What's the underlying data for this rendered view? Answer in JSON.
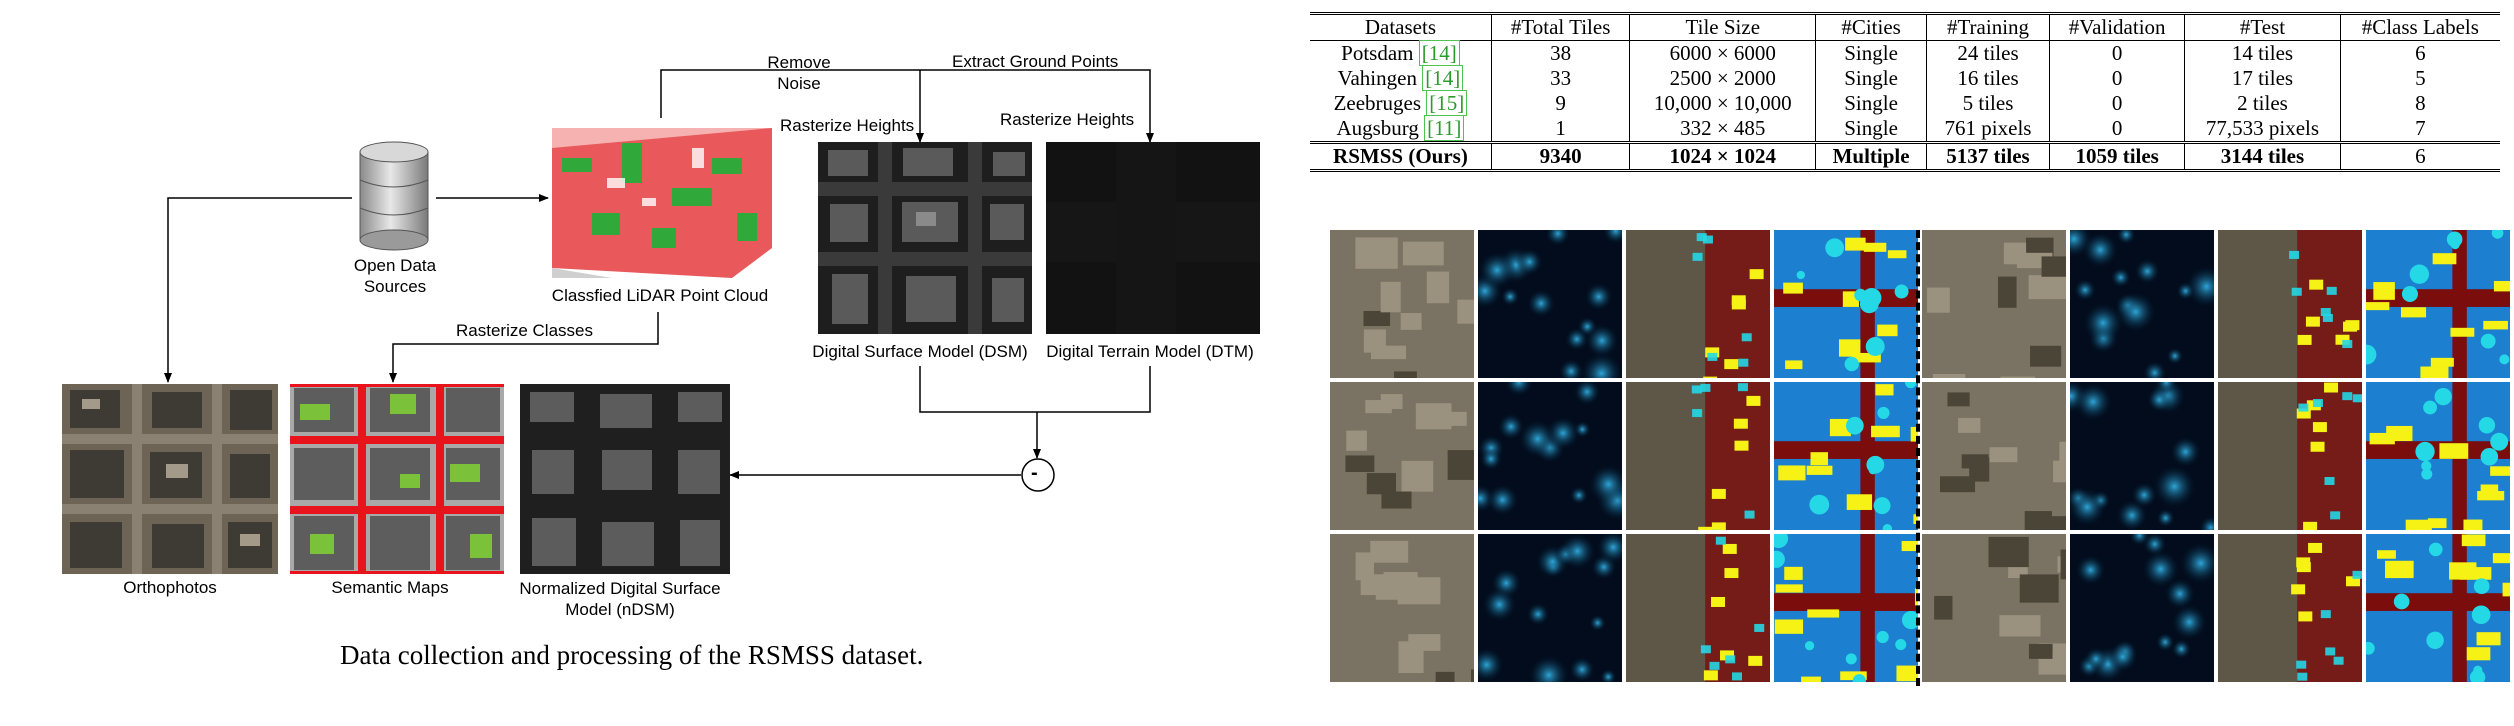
{
  "diagram": {
    "nodes": {
      "open_data": "Open Data Sources",
      "lidar": "Classfied LiDAR Point Cloud",
      "dsm": "Digital Surface Model (DSM)",
      "dtm": "Digital Terrain Model (DTM)",
      "orthophotos": "Orthophotos",
      "semantic_maps": "Semantic Maps",
      "ndsm": "Normalized Digital Surface Model (nDSM)"
    },
    "edges": {
      "remove_noise": "Remove Noise",
      "extract_ground": "Extract Ground Points",
      "rasterize_heights_1": "Rasterize Heights",
      "rasterize_heights_2": "Rasterize Heights",
      "rasterize_classes": "Rasterize Classes",
      "minus": "-"
    },
    "caption": "Data collection and processing of the RSMSS dataset."
  },
  "table": {
    "headers": [
      "Datasets",
      "#Total Tiles",
      "Tile Size",
      "#Cities",
      "#Training",
      "#Validation",
      "#Test",
      "#Class Labels"
    ],
    "rows": [
      {
        "name": "Potsdam",
        "ref": "14",
        "cells": [
          "38",
          "6000 × 6000",
          "Single",
          "24 tiles",
          "0",
          "14 tiles",
          "6"
        ]
      },
      {
        "name": "Vahingen",
        "ref": "14",
        "cells": [
          "33",
          "2500 × 2000",
          "Single",
          "16 tiles",
          "0",
          "17 tiles",
          "5"
        ]
      },
      {
        "name": "Zeebruges",
        "ref": "15",
        "cells": [
          "9",
          "10,000 × 10,000",
          "Single",
          "5 tiles",
          "0",
          "2 tiles",
          "8"
        ]
      },
      {
        "name": "Augsburg",
        "ref": "11",
        "cells": [
          "1",
          "332 × 485",
          "Single",
          "761 pixels",
          "0",
          "77,533 pixels",
          "7"
        ]
      }
    ],
    "ours": {
      "name": "RSMSS (Ours)",
      "cells": [
        "9340",
        "1024 × 1024",
        "Multiple",
        "5137 tiles",
        "1059 tiles",
        "3144 tiles",
        "6"
      ]
    }
  },
  "colors": {
    "arrow": "#000000",
    "road_red": "#e8141b",
    "vegetation_green": "#7cc13a",
    "building_gray": "#5d5d5d",
    "class_yellow": "#f6f215",
    "class_cyan": "#24d8e6",
    "class_maroon": "#7b0d0d",
    "ref_green": "#2c9b2c"
  }
}
